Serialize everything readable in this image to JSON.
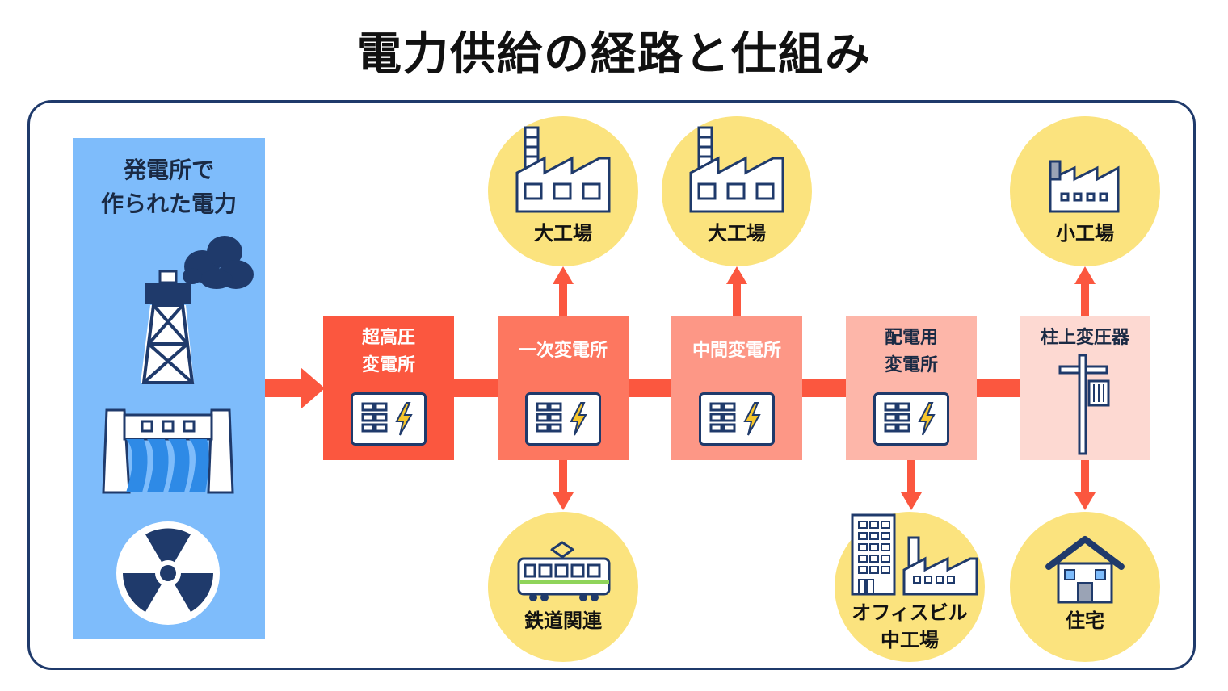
{
  "title": "電力供給の経路と仕組み",
  "source": {
    "label_line1": "発電所で",
    "label_line2": "作られた電力",
    "icons": [
      "power-plant-tower-icon",
      "dam-icon",
      "radiation-icon"
    ]
  },
  "stages": [
    {
      "id": "ultra-high-voltage",
      "line1": "超高圧",
      "line2": "変電所",
      "color": "#fb573f",
      "text_color": "#ffffff"
    },
    {
      "id": "primary",
      "line1": "一次変電所",
      "line2": "",
      "color": "#fd7760",
      "text_color": "#ffffff"
    },
    {
      "id": "intermediate",
      "line1": "中間変電所",
      "line2": "",
      "color": "#fd9786",
      "text_color": "#ffffff"
    },
    {
      "id": "distribution",
      "line1": "配電用",
      "line2": "変電所",
      "color": "#fdb6a9",
      "text_color": "#1a2a44"
    },
    {
      "id": "pole-transformer",
      "line1": "柱上変圧器",
      "line2": "",
      "color": "#fdd9d2",
      "text_color": "#1a2a44"
    }
  ],
  "consumers": {
    "primary_top": {
      "line1": "大工場",
      "line2": "",
      "icon": "large-factory-icon"
    },
    "primary_bottom": {
      "line1": "鉄道関連",
      "line2": "",
      "icon": "train-icon"
    },
    "intermediate_top": {
      "line1": "大工場",
      "line2": "",
      "icon": "large-factory-icon"
    },
    "distribution_bottom": {
      "line1": "オフィスビル",
      "line2": "中工場",
      "icon": "office-building-icon"
    },
    "pole_top": {
      "line1": "小工場",
      "line2": "",
      "icon": "small-factory-icon"
    },
    "pole_bottom": {
      "line1": "住宅",
      "line2": "",
      "icon": "house-icon"
    }
  },
  "colors": {
    "arrow": "#fb573f",
    "frame": "#1f3a6b",
    "navy": "#1f3a6b",
    "circle": "#fbe37e",
    "source_panel": "#7ebcfb",
    "bolt": "#f7c62b"
  }
}
